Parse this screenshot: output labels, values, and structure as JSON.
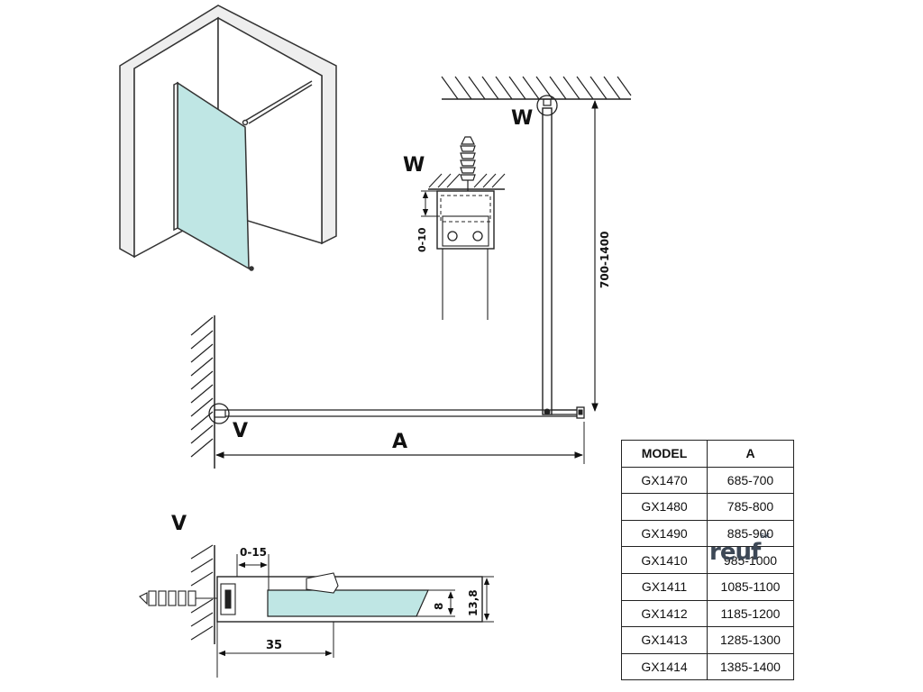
{
  "labels": {
    "wall_bracket": "W",
    "floor_bracket": "V",
    "width": "A",
    "height_range": "700-1400",
    "w_adjust": "0-10",
    "v_adjust": "0-15",
    "v_depth": "35",
    "glass_thickness": "8",
    "profile_height": "13,8"
  },
  "table": {
    "headers": [
      "MODEL",
      "A"
    ],
    "rows": [
      [
        "GX1470",
        "685-700"
      ],
      [
        "GX1480",
        "785-800"
      ],
      [
        "GX1490",
        "885-900"
      ],
      [
        "GX1410",
        "985-1000"
      ],
      [
        "GX1411",
        "1085-1100"
      ],
      [
        "GX1412",
        "1185-1200"
      ],
      [
        "GX1413",
        "1285-1300"
      ],
      [
        "GX1414",
        "1385-1400"
      ]
    ]
  },
  "watermark": {
    "text": "reuf",
    "suffix": "SK"
  },
  "colors": {
    "glass": "#bfe6e4",
    "wall": "#eeeeee",
    "line": "#222222"
  }
}
